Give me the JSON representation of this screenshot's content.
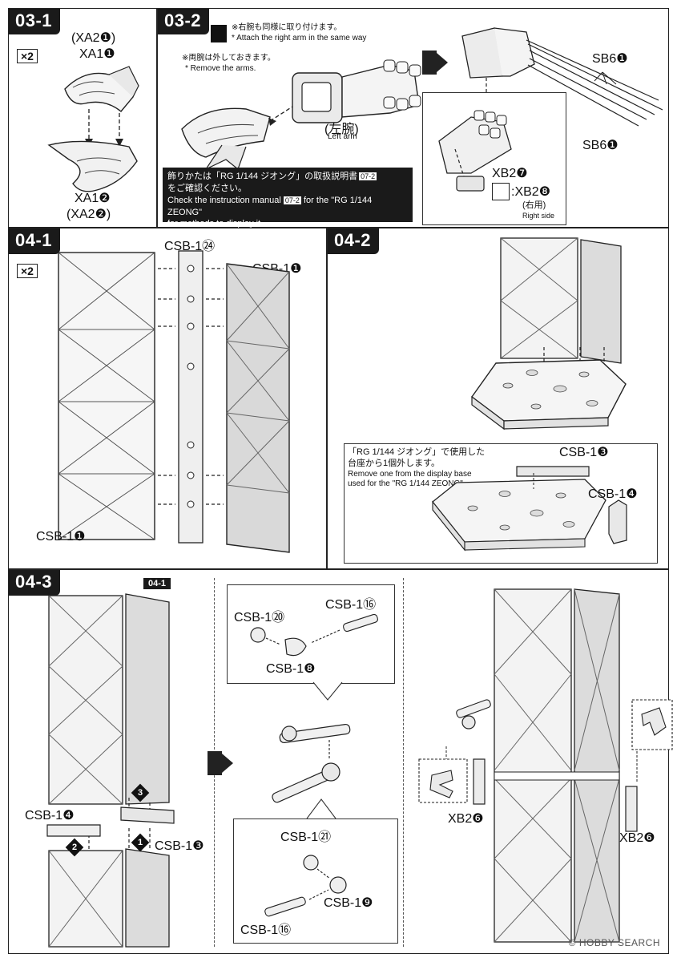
{
  "steps": {
    "s03_1": {
      "tab": "03-1",
      "multiplier": "×2",
      "labels": [
        "(XA2❶)",
        "XA1❶",
        "XA1❷",
        "(XA2❷)"
      ]
    },
    "s03_2": {
      "tab": "03-2",
      "note_jp": "※右腕も同様に取り付けます。",
      "note_en": "* Attach the right arm in the same way",
      "remove_jp": "※両腕は外しておきます。",
      "remove_en": "* Remove the arms.",
      "left_arm_jp": "(左腕)",
      "left_arm_en": "Left arm",
      "box_jp_1": "飾りかたは「RG 1/144 ジオング」の取扱説明書",
      "box_jp_ref": "07-2",
      "box_jp_2": "をご確認ください。",
      "box_en_1": "Check the instruction manual",
      "box_en_ref": "07-2",
      "box_en_2": "for the \"RG 1/144 ZEONG\"",
      "box_en_3": "for methods to display it.",
      "sb_top": "SB6❶",
      "sb_bottom": "SB6❶",
      "xb2_7": "XB2❼",
      "xb2_8": ":XB2❽",
      "right_jp": "(右用)",
      "right_en": "Right side"
    },
    "s04_1": {
      "tab": "04-1",
      "multiplier": "×2",
      "csb24": "CSB-1㉔",
      "csb1_right": "CSB-1❶",
      "csb1_left": "CSB-1❶"
    },
    "s04_2": {
      "tab": "04-2",
      "inset_jp_1": "「RG 1/144 ジオング」で使用した",
      "inset_jp_2": "台座から1個外します。",
      "inset_en_1": "Remove one from the display base",
      "inset_en_2": "used for the \"RG 1/144 ZEONG\".",
      "csb3": "CSB-1❸",
      "csb4": "CSB-1❹"
    },
    "s04_3": {
      "tab": "04-3",
      "ref": "04-1",
      "csb4": "CSB-1❹",
      "csb3": "CSB-1❸",
      "step3": "3",
      "step1": "1",
      "step2": "2",
      "csb20": "CSB-1⑳",
      "csb16_top": "CSB-1⑯",
      "csb8": "CSB-1❽",
      "csb21": "CSB-1㉑",
      "csb9": "CSB-1❾",
      "csb16_bottom": "CSB-1⑯",
      "xb2_6_left": "XB2❻",
      "xb2_6_right": "XB2❻"
    }
  },
  "watermark": "© HOBBY SEARCH"
}
